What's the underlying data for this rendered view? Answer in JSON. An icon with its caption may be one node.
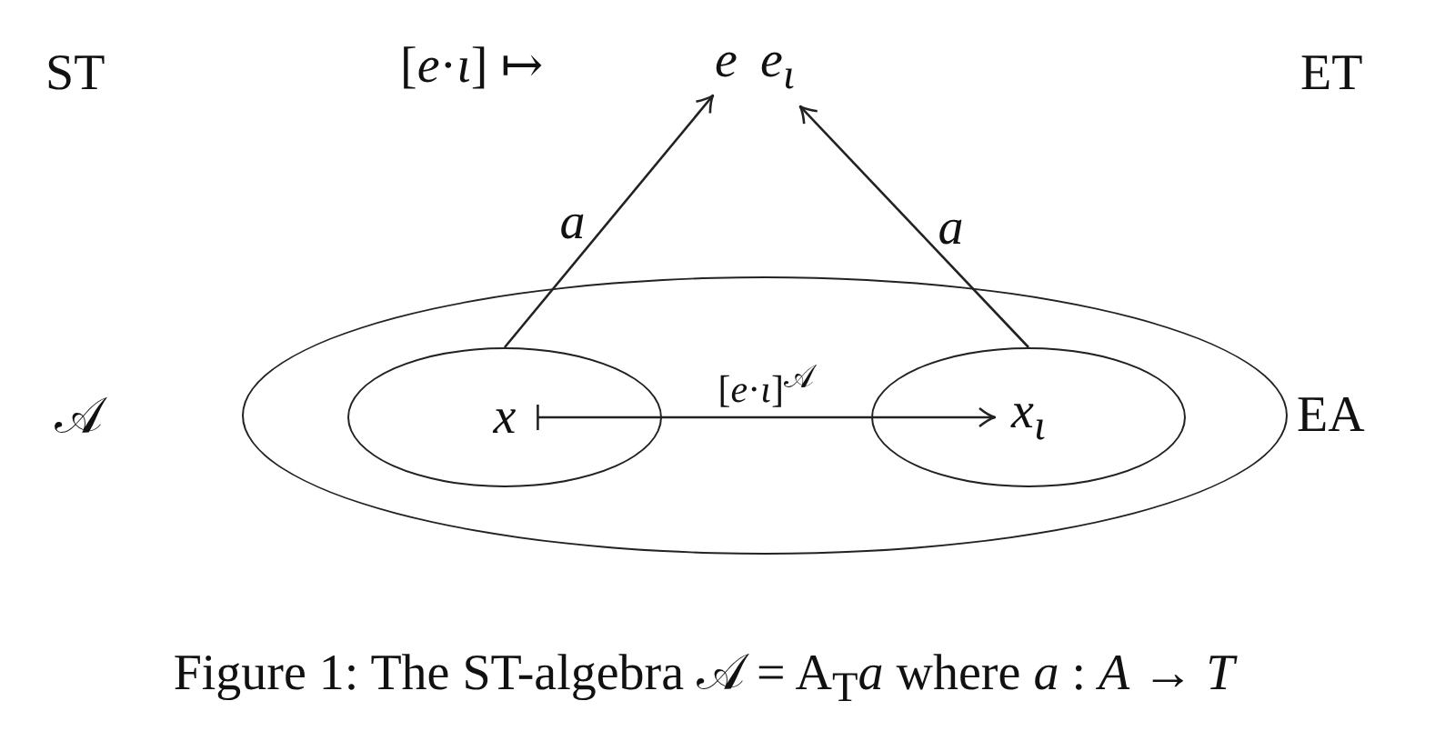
{
  "diagram": {
    "caption": "Figure 1: The ST-algebra 𝒜 = A$_{T}$*a* where *a* : *A* → *T*",
    "nodes": [
      {
        "text": [
          "e"
        ]
      },
      {
        "text": [
          "e$_{ι}$"
        ]
      },
      {
        "text": [],
        "shape": "ellipse",
        "beside": [
          "EA"
        ]
      },
      {
        "text": [
          "x"
        ],
        "in": 2
      },
      {
        "text": [
          "x$_{ι}$"
        ],
        "in": 2
      }
    ],
    "edges": [
      {
        "from": 3,
        "to": 0,
        "arrow": "to",
        "label": "a"
      },
      {
        "from": 4,
        "to": 1,
        "arrow": "to",
        "label": "a"
      },
      {
        "from": 3,
        "to": 4,
        "arrow": "to",
        "label": "[*e*·*ι*]$^{𝒜}$"
      }
    ],
    "labels": [
      "ST",
      "[*e*·*ι*] ↦",
      "ET",
      "𝒜"
    ]
  }
}
